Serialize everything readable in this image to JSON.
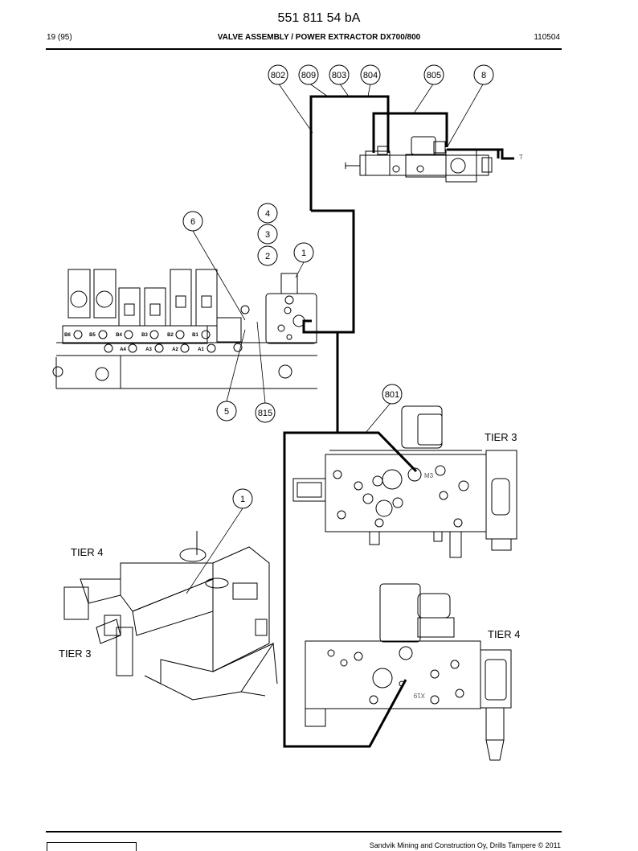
{
  "header": {
    "doc_number": "551 811 54 bA",
    "page_ref": "19 (95)",
    "title": "VALVE ASSEMBLY / POWER EXTRACTOR DX700/800",
    "date_code": "110504"
  },
  "callouts": [
    "802",
    "809",
    "803",
    "804",
    "805",
    "8",
    "6",
    "4",
    "3",
    "2",
    "1",
    "5",
    "815",
    "801",
    "1"
  ],
  "port_labels": [
    "B6",
    "B5",
    "B4",
    "B3",
    "B2",
    "B1",
    "A4",
    "A3",
    "A2",
    "A1",
    "T",
    "M3",
    "X19"
  ],
  "views": {
    "tier3_label": "TIER 3",
    "tier4_label": "TIER 4",
    "iso_tier4_label": "TIER 4",
    "iso_tier3_label": "TIER 3"
  },
  "footer": {
    "copyright": "Sandvik Mining and Construction Oy, Drills Tampere © 2011"
  }
}
